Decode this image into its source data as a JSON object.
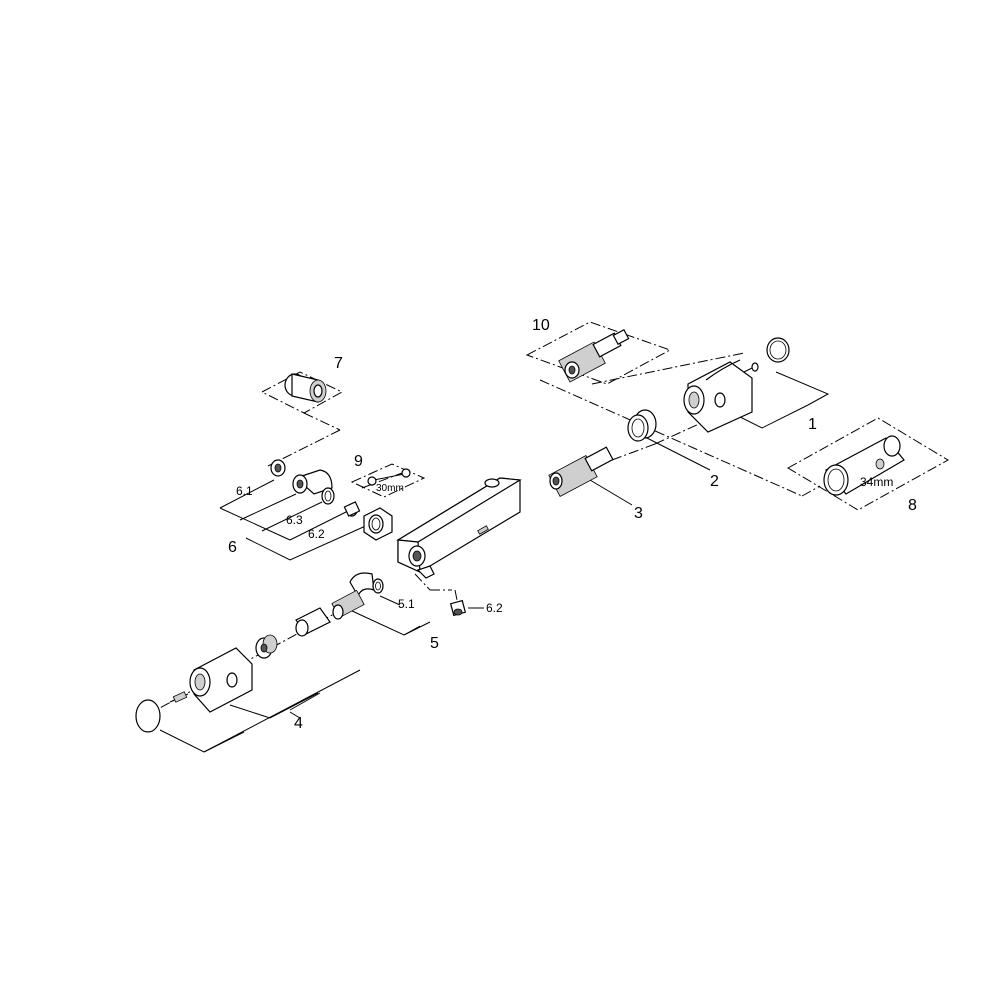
{
  "labels": {
    "p1": "1",
    "p2": "2",
    "p3": "3",
    "p4": "4",
    "p5": "5",
    "p5_1": "5.1",
    "p6": "6",
    "p6_1": "6.1",
    "p6_2": "6.2",
    "p6_2b": "6.2",
    "p6_3": "6.3",
    "p7": "7",
    "p8": "8",
    "p9": "9",
    "p10": "10"
  },
  "tool_sizes": {
    "wrench": "30mm",
    "socket": "34mm"
  },
  "colors": {
    "line": "#000000",
    "background": "#ffffff",
    "shade": "#cfcfcf"
  }
}
